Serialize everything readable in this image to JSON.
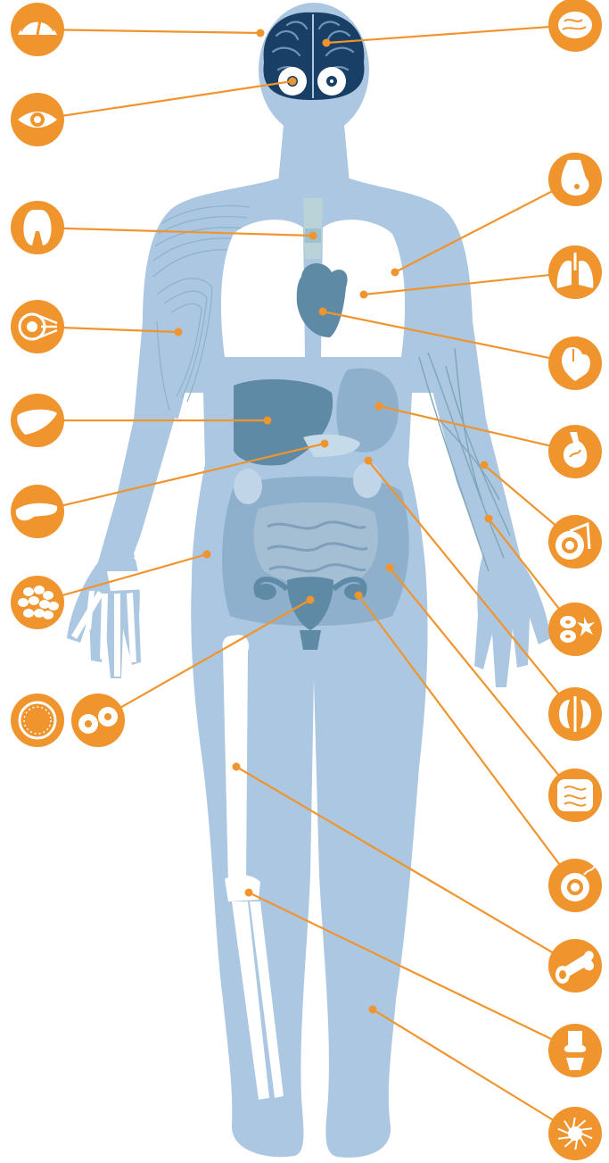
{
  "colors": {
    "accent": "#f0942e",
    "body": "#abc7e1",
    "organ_light": "#ffffff",
    "organ_mid": "#8eb0cc",
    "organ_dark": "#5f8aa6",
    "brain": "#1a3f66",
    "muscle_lines": "#8fb2c9"
  },
  "callouts": [
    {
      "name": "hair-follicle",
      "icon": "hair-follicle-icon"
    },
    {
      "name": "brain",
      "icon": "brain-icon"
    },
    {
      "name": "eye",
      "icon": "eye-icon"
    },
    {
      "name": "breast",
      "icon": "breast-icon"
    },
    {
      "name": "thyroid",
      "icon": "thyroid-icon"
    },
    {
      "name": "lungs",
      "icon": "lungs-icon"
    },
    {
      "name": "heart",
      "icon": "heart-icon"
    },
    {
      "name": "muscle",
      "icon": "muscle-fiber-icon"
    },
    {
      "name": "liver",
      "icon": "liver-icon"
    },
    {
      "name": "stomach",
      "icon": "stomach-icon"
    },
    {
      "name": "pancreas",
      "icon": "pancreas-icon"
    },
    {
      "name": "blood-vessel",
      "icon": "blood-vessel-icon"
    },
    {
      "name": "blood-cells",
      "icon": "blood-cells-icon"
    },
    {
      "name": "fat-tissue",
      "icon": "fat-tissue-icon"
    },
    {
      "name": "kidneys",
      "icon": "kidneys-icon"
    },
    {
      "name": "intestines",
      "icon": "intestines-icon"
    },
    {
      "name": "egg-cell",
      "icon": "egg-cell-icon"
    },
    {
      "name": "embryo",
      "icon": "embryo-icon"
    },
    {
      "name": "ovaries",
      "icon": "ovaries-icon"
    },
    {
      "name": "bone",
      "icon": "bone-icon"
    },
    {
      "name": "knee-cartilage",
      "icon": "knee-joint-icon"
    },
    {
      "name": "skin",
      "icon": "skin-cell-icon"
    }
  ]
}
